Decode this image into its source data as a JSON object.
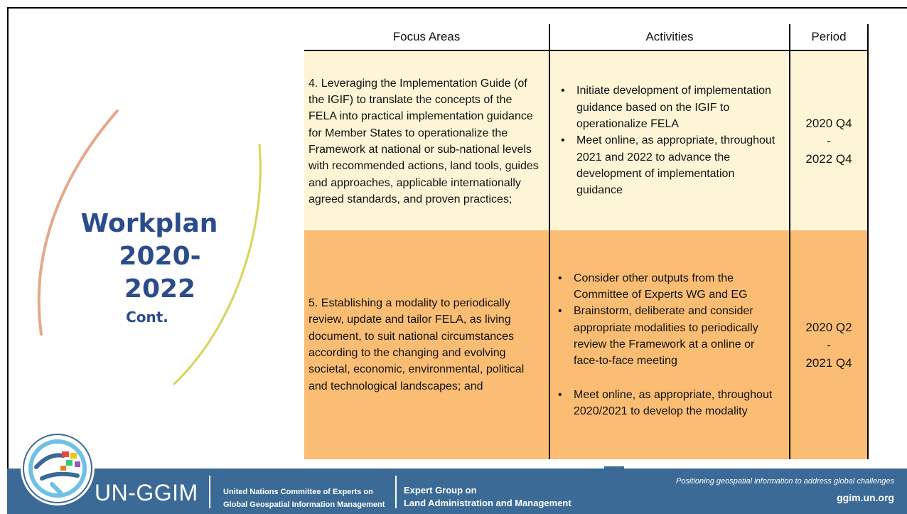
{
  "slide": {
    "title_line1": "Workplan",
    "title_line2": "2020-2022",
    "title_line3": "Cont."
  },
  "table": {
    "headers": [
      "Focus Areas",
      "Activities",
      "Period"
    ],
    "rows": [
      {
        "focus": "4. Leveraging the Implementation Guide (of the IGIF) to translate the concepts of the FELA into practical implementation guidance for Member States to operationalize the Framework at national or sub-national levels with recommended actions, land tools, guides and approaches, applicable internationally agreed standards, and proven practices;",
        "activities": [
          "Initiate development of implementation guidance based on the IGIF to operationalize FELA",
          "Meet online, as appropriate, throughout 2021 and 2022 to advance the development of implementation guidance"
        ],
        "period_start": "2020 Q4",
        "period_sep": "-",
        "period_end": "2022 Q4",
        "bg": "#fef5d7"
      },
      {
        "focus": "5. Establishing a modality to periodically review, update and tailor FELA, as living document, to suit national circumstances according to the changing and evolving societal, economic, environmental, political and technological landscapes; and",
        "activities": [
          "Consider other outputs from the Committee of Experts WG and EG",
          "Brainstorm, deliberate and consider appropriate modalities to periodically review the Framework at a online or face-to-face meeting",
          "Meet online, as appropriate, throughout 2020/2021 to develop the modality"
        ],
        "period_start": "2020 Q2",
        "period_sep": "-",
        "period_end": "2021 Q4",
        "bg": "#fbbd73"
      }
    ]
  },
  "footer": {
    "brand": "UN-GGIM",
    "committee_line1": "United Nations Committee of Experts on",
    "committee_line2": "Global Geospatial Information Management",
    "group_line1": "Expert Group on",
    "group_line2": "Land Administration and Management",
    "tagline": "Positioning geospatial information to address global challenges",
    "website": "ggim.un.org",
    "bg_color": "#3b6a96"
  },
  "colors": {
    "title": "#2b4c8c",
    "arc_left": "#e3a98a",
    "arc_right": "#d9d35a"
  },
  "icons": {
    "logo": "un-ggim-globe-logo"
  }
}
